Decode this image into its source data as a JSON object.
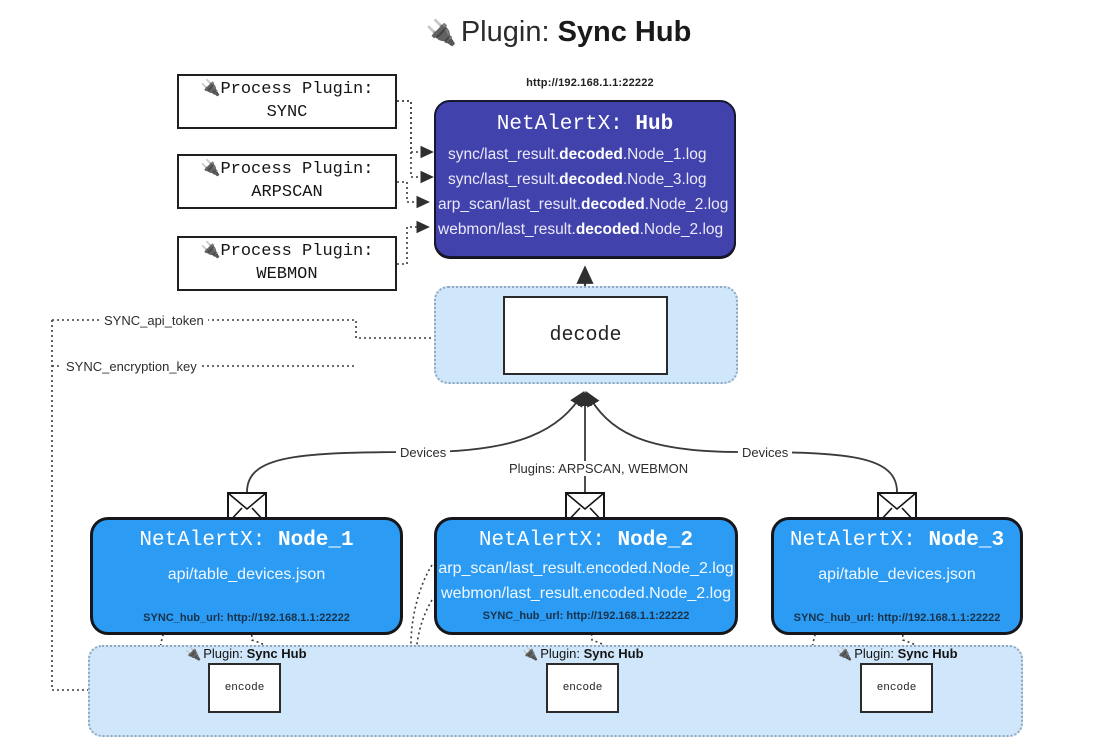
{
  "title": {
    "icon": "plug-icon",
    "prefix": "Plugin:",
    "name": "Sync Hub"
  },
  "hub": {
    "url": "http://192.168.1.1:22222",
    "label_prefix": "NetAlertX:",
    "label_name": "Hub",
    "logs": [
      {
        "pre": "sync/last_result.",
        "bold": "decoded",
        "post": ".Node_1.log"
      },
      {
        "pre": "sync/last_result.",
        "bold": "decoded",
        "post": ".Node_3.log"
      },
      {
        "pre": "arp_scan/last_result.",
        "bold": "decoded",
        "post": ".Node_2.log"
      },
      {
        "pre": "webmon/last_result.",
        "bold": "decoded",
        "post": ".Node_2.log"
      }
    ]
  },
  "process_plugins": [
    {
      "icon": "plug-icon",
      "line1": "Process Plugin:",
      "line2": "SYNC"
    },
    {
      "icon": "plug-icon",
      "line1": "Process Plugin:",
      "line2": "ARPSCAN"
    },
    {
      "icon": "plug-icon",
      "line1": "Process Plugin:",
      "line2": "WEBMON"
    }
  ],
  "settings": {
    "api_token": "SYNC_api_token",
    "encryption_key": "SYNC_encryption_key"
  },
  "decode": {
    "label": "decode"
  },
  "edge_labels": {
    "devices_left": "Devices",
    "devices_right": "Devices",
    "plugins_center": "Plugins: ARPSCAN, WEBMON"
  },
  "nodes": [
    {
      "label_prefix": "NetAlertX:",
      "label_name": "Node_1",
      "lines": [
        "api/table_devices.json"
      ],
      "hub_url_key": "SYNC_hub_url:",
      "hub_url_val": "http://192.168.1.1:22222",
      "icon": "envelope-icon"
    },
    {
      "label_prefix": "NetAlertX:",
      "label_name": "Node_2",
      "lines": [
        "arp_scan/last_result.encoded.Node_2.log",
        "webmon/last_result.encoded.Node_2.log"
      ],
      "hub_url_key": "SYNC_hub_url:",
      "hub_url_val": "http://192.168.1.1:22222",
      "icon": "envelope-icon"
    },
    {
      "label_prefix": "NetAlertX:",
      "label_name": "Node_3",
      "lines": [
        "api/table_devices.json"
      ],
      "hub_url_key": "SYNC_hub_url:",
      "hub_url_val": "http://192.168.1.1:22222",
      "icon": "envelope-icon"
    }
  ],
  "encoders": [
    {
      "caption_prefix": "Plugin:",
      "caption_name": "Sync Hub",
      "box_label": "encode",
      "icon": "plug-icon"
    },
    {
      "caption_prefix": "Plugin:",
      "caption_name": "Sync Hub",
      "box_label": "encode",
      "icon": "plug-icon"
    },
    {
      "caption_prefix": "Plugin:",
      "caption_name": "Sync Hub",
      "box_label": "encode",
      "icon": "plug-icon"
    }
  ],
  "colors": {
    "hub_fill": "#4242ad",
    "node_fill": "#2b9bf4",
    "band_fill": "#d0e6fa",
    "line": "#3a3a3a"
  }
}
